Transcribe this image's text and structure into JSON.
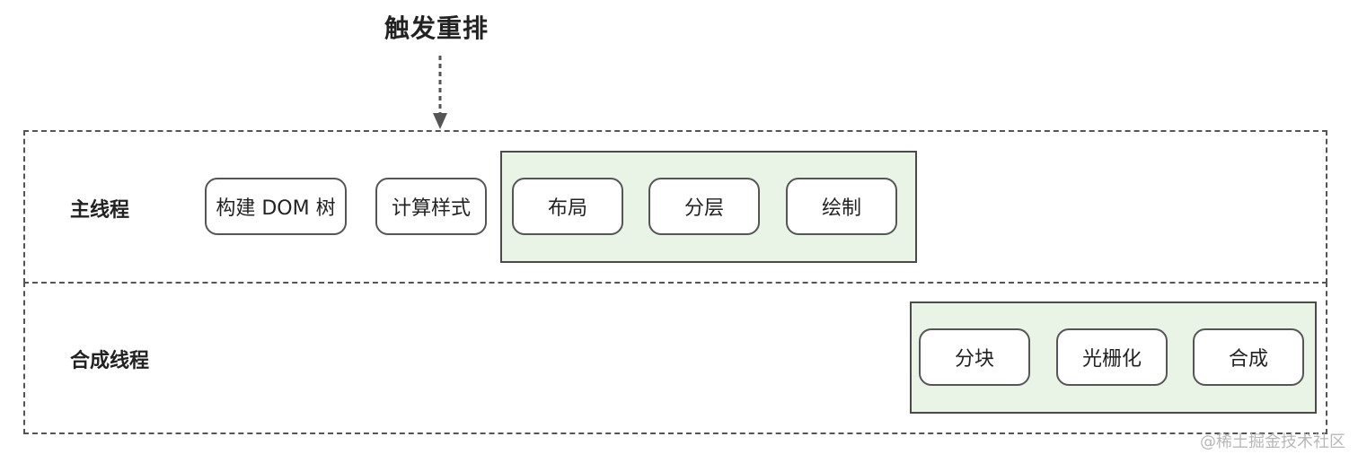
{
  "trigger": {
    "title": "触发重排"
  },
  "lanes": {
    "main": {
      "label": "主线程",
      "steps": [
        "构建 DOM 树",
        "计算样式",
        "布局",
        "分层",
        "绘制"
      ]
    },
    "compositor": {
      "label": "合成线程",
      "steps": [
        "分块",
        "光栅化",
        "合成"
      ]
    }
  },
  "watermark": "@稀土掘金技术社区",
  "colors": {
    "group_fill": "#e9f3e6",
    "border": "#555555",
    "background": "#ffffff"
  }
}
